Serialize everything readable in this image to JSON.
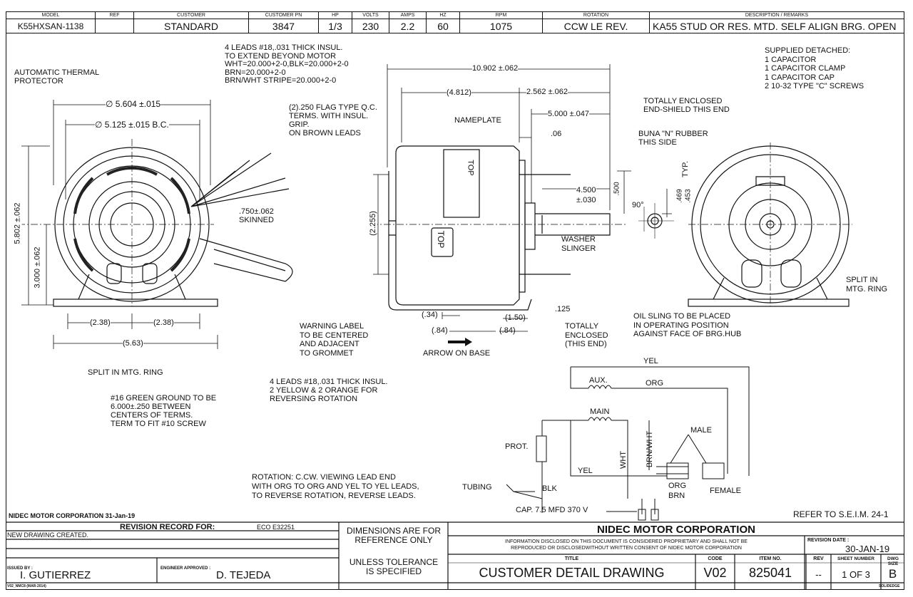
{
  "header": {
    "labels": [
      "MODEL",
      "REF",
      "CUSTOMER",
      "CUSTOMER PN",
      "HP",
      "VOLTS",
      "AMPS",
      "HZ",
      "RPM",
      "ROTATION",
      "DESCRIPTION / REMARKS"
    ],
    "values": [
      "K55HXSAN-1138",
      "",
      "STANDARD",
      "3847",
      "1/3",
      "230",
      "2.2",
      "60",
      "1075",
      "CCW LE REV.",
      "KA55 STUD OR RES. MTD. SELF ALIGN BRG. OPEN"
    ]
  },
  "notes": {
    "supplied": [
      "SUPPLIED DETACHED:",
      "1 CAPACITOR",
      "1 CAPACITOR CLAMP",
      "1 CAPACITOR CAP",
      "2 10-32 TYPE \"C\" SCREWS"
    ],
    "leads_top": [
      "4 LEADS #18,.031 THICK INSUL.",
      "TO EXTEND BEYOND MOTOR",
      "WHT=20.000+2-0,BLK=20.000+2-0",
      "BRN=20.000+2-0",
      "BRN/WHT STRIPE=20.000+2-0"
    ],
    "thermal": [
      "AUTOMATIC THERMAL",
      "PROTECTOR"
    ],
    "flag": [
      "(2).250 FLAG TYPE Q.C.",
      "TERMS. WITH INSUL.",
      "GRIP.",
      "ON BROWN LEADS"
    ],
    "skinned": [
      ".750±.062",
      "SKINNED"
    ],
    "split_left": "SPLIT IN MTG. RING",
    "ground": [
      "#16 GREEN GROUND TO BE",
      "6.000±.250 BETWEEN",
      "CENTERS OF TERMS.",
      "TERM TO FIT #10 SCREW"
    ],
    "leads_bottom": [
      "4 LEADS #18,.031 THICK INSUL.",
      "2 YELLOW & 2 ORANGE FOR",
      "REVERSING ROTATION"
    ],
    "warning": [
      "WARNING LABEL",
      "TO BE CENTERED",
      "AND ADJACENT",
      "TO GROMMET"
    ],
    "arrow": "ARROW ON BASE",
    "enclosed_this_end": [
      "TOTALLY",
      "ENCLOSED",
      "(THIS END)"
    ],
    "enclosed_shield": [
      "TOTALLY ENCLOSED",
      "END-SHIELD THIS END"
    ],
    "buna": [
      "BUNA \"N\" RUBBER",
      "THIS SIDE"
    ],
    "nameplate": "NAMEPLATE",
    "washer": [
      "WASHER",
      "SLINGER"
    ],
    "oil": [
      "OIL SLING TO BE PLACED",
      "IN OPERATING POSITION",
      "AGAINST FACE OF BRG.HUB"
    ],
    "split_right": [
      "SPLIT IN",
      "MTG. RING"
    ],
    "top": "TOP",
    "rotation": [
      "ROTATION: C.CW. VIEWING LEAD END",
      "WITH ORG TO ORG AND YEL TO YEL LEADS,",
      "TO REVERSE ROTATION, REVERSE LEADS."
    ],
    "refer": "REFER TO S.E.I.M. 24-1",
    "nidec_date": "NIDEC MOTOR CORPORATION 31-Jan-19"
  },
  "dimensions": {
    "d5604": "∅ 5.604 ±.015",
    "d5125": "∅ 5.125 ±.015 B.C.",
    "v5802": "5.802 ±.062",
    "v3000": "3.000 ±.062",
    "h238a": "(2.38)",
    "h238b": "(2.38)",
    "h563": "(5.63)",
    "l10902": "10.902 ±.062",
    "l4812": "(4.812)",
    "l2562": "2.562 ±.062",
    "l5000": "5.000 ±.047",
    "l06": ".06",
    "l4500": "4.500",
    "l030": "±.030",
    "l500": ".500",
    "l2255": "(2.255)",
    "l34": "(.34)",
    "l84a": "(.84)",
    "l150": "(1.50)",
    "l84b": "(.84)",
    "l125": ".125",
    "deg90": "90°",
    "k469": ".469",
    "k453": ".453",
    "typ": "TYP."
  },
  "wiring": {
    "yel_top": "YEL",
    "aux": "AUX.",
    "org": "ORG",
    "main": "MAIN",
    "prot": "PROT.",
    "yel": "YEL",
    "wht": "WHT",
    "brnwht": "BRN/WHT",
    "male": "MALE",
    "female": "FEMALE",
    "org2": "ORG",
    "brn": "BRN",
    "blk": "BLK",
    "tubing": "TUBING",
    "cap": "CAP. 7.5 MFD 370 V"
  },
  "titleblock": {
    "revision_for": "REVISION RECORD FOR:",
    "eco": "ECO E32251",
    "new_drawing": "NEW DRAWING CREATED.",
    "issued_by_label": "ISSUED BY :",
    "issued_by": "I. GUTIERREZ",
    "engineer_label": "ENGINEER APPROVED :",
    "engineer": "D. TEJEDA",
    "dims_ref": [
      "DIMENSIONS ARE FOR",
      "REFERENCE ONLY"
    ],
    "tolerance": [
      "UNLESS TOLERANCE",
      "IS SPECIFIED"
    ],
    "company": "NIDEC MOTOR CORPORATION",
    "proprietary": [
      "INFORMATION DISCLOSED ON THIS DOCUMENT IS CONSIDERED PROPRIETARY AND SHALL NOT BE",
      "REPRODUCED OR DISCLOSEDWITHOUT WRITTEN CONSENT OF NIDEC MOTOR CORPORATION"
    ],
    "rev_date_label": "REVISION DATE :",
    "rev_date": "30-JAN-19",
    "title_label": "TITLE",
    "title": "CUSTOMER DETAIL DRAWING",
    "code_label": "CODE",
    "code": "V02",
    "item_label": "ITEM NO.",
    "item": "825041",
    "rev_label": "REV",
    "rev": "--",
    "sheet_label": "SHEET NUMBER",
    "sheet": "1 OF 3",
    "dwg_label": "DWG SIZE",
    "dwg": "B",
    "form": "V02_NMC8 (MAR-2014)",
    "solidedge": "SOLIDEDGE"
  }
}
